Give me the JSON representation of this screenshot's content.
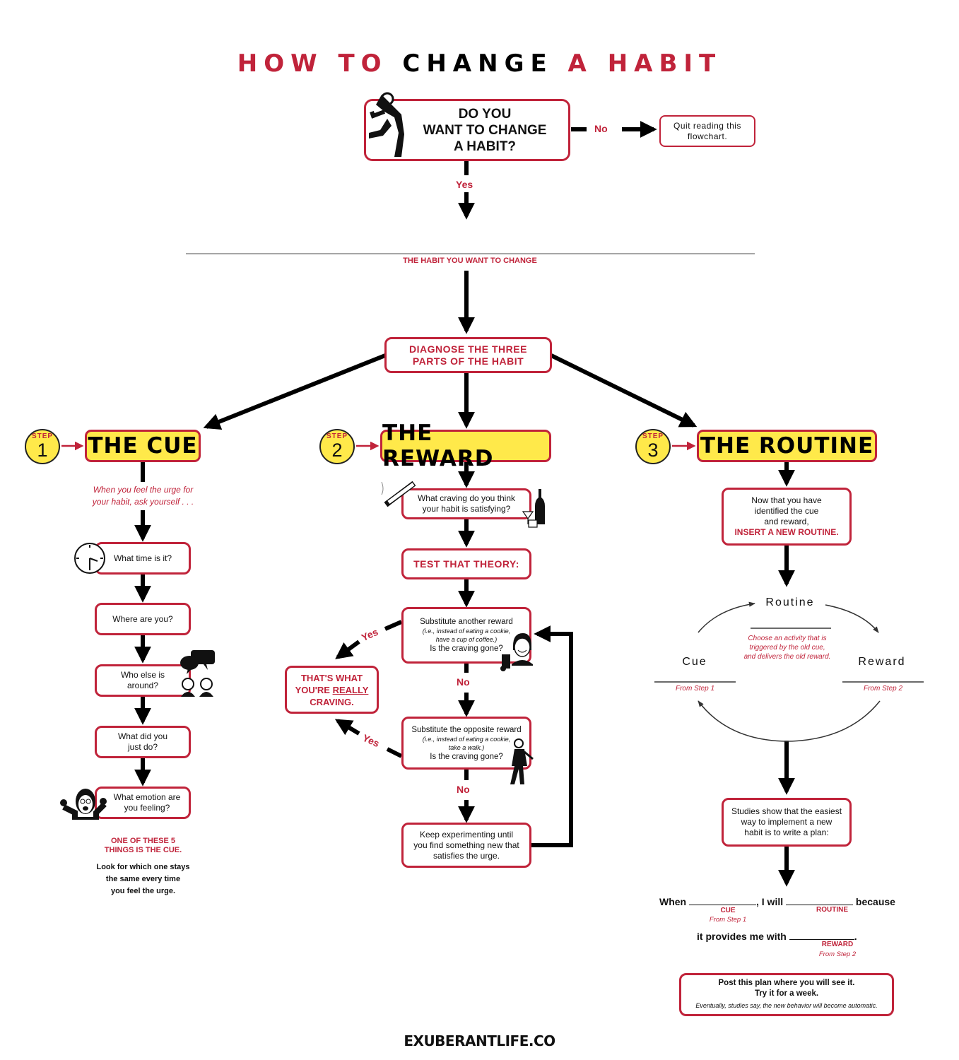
{
  "title": {
    "part1": "HOW TO",
    "part2": "CHANGE",
    "part3": "A HABIT"
  },
  "colors": {
    "accent": "#c0233a",
    "highlight": "#ffe94a",
    "ink": "#111111"
  },
  "start": {
    "question": [
      "DO YOU",
      "WANT TO CHANGE",
      "A HABIT?"
    ],
    "no_label": "No",
    "no_result": [
      "Quit reading this",
      "flowchart."
    ],
    "yes_label": "Yes"
  },
  "habit_line_label": "THE HABIT YOU WANT TO CHANGE",
  "diagnose": [
    "DIAGNOSE THE THREE",
    "PARTS OF THE HABIT"
  ],
  "steps": [
    {
      "step_word": "STEP",
      "number": "1",
      "title": "THE CUE"
    },
    {
      "step_word": "STEP",
      "number": "2",
      "title": "THE REWARD"
    },
    {
      "step_word": "STEP",
      "number": "3",
      "title": "THE ROUTINE"
    }
  ],
  "cue": {
    "intro": [
      "When you feel the urge for",
      "your habit, ask yourself . . ."
    ],
    "questions": [
      {
        "text": [
          "What time is it?"
        ],
        "icon": "clock-icon"
      },
      {
        "text": [
          "Where are you?"
        ],
        "icon": ""
      },
      {
        "text": [
          "Who else is",
          "around?"
        ],
        "icon": "people-talking-icon"
      },
      {
        "text": [
          "What did you",
          "just do?"
        ],
        "icon": ""
      },
      {
        "text": [
          "What emotion are",
          "you feeling?"
        ],
        "icon": "scared-face-icon"
      }
    ],
    "conclusion_red": [
      "ONE OF THESE 5",
      "THINGS IS THE CUE."
    ],
    "conclusion_black": [
      "Look for which one stays",
      "the same every time",
      "you feel the urge."
    ]
  },
  "reward": {
    "craving_question": [
      "What craving do you think",
      "your habit is satisfying?"
    ],
    "test": "TEST THAT THEORY:",
    "sub1": {
      "title": "Substitute another reward",
      "example": [
        "(i.e., instead of eating a cookie,",
        "have a cup of coffee.)"
      ],
      "question": "Is the craving gone?"
    },
    "sub2": {
      "title": "Substitute the opposite reward",
      "example": [
        "(i.e., instead of eating a cookie,",
        "take a walk.)"
      ],
      "question": "Is the craving gone?"
    },
    "yes_label": "Yes",
    "no_label": "No",
    "really_craving": {
      "line1": "THAT'S WHAT",
      "line2a": "YOU'RE ",
      "line2b": "REALLY",
      "line3": "CRAVING."
    },
    "keep": [
      "Keep experimenting until",
      "you find something new that",
      "satisfies the urge."
    ]
  },
  "routine": {
    "insert": [
      "Now that you have",
      "identified the cue",
      "and reward,"
    ],
    "insert_red": "INSERT A NEW ROUTINE.",
    "loop": {
      "routine": "Routine",
      "routine_note": [
        "Choose an activity that is",
        "triggered by the old cue,",
        "and delivers the old reward."
      ],
      "cue": "Cue",
      "cue_note": "From Step 1",
      "reward": "Reward",
      "reward_note": "From Step 2"
    },
    "studies": [
      "Studies show that the easiest",
      "way to implement a new",
      "habit is to write a plan:"
    ],
    "plan": {
      "when": "When",
      "i_will": ", I will",
      "because": "because",
      "provides": "it provides me with",
      "period": ".",
      "cue_label": "CUE",
      "cue_from": "From Step 1",
      "routine_label": "ROUTINE",
      "reward_label": "REWARD",
      "reward_from": "From Step 2"
    },
    "post": [
      "Post this plan where you will see it.",
      "Try it for a week."
    ],
    "post_note": "Eventually, studies say, the new behavior will become automatic."
  },
  "footer": "EXUBERANTLIFE.CO"
}
